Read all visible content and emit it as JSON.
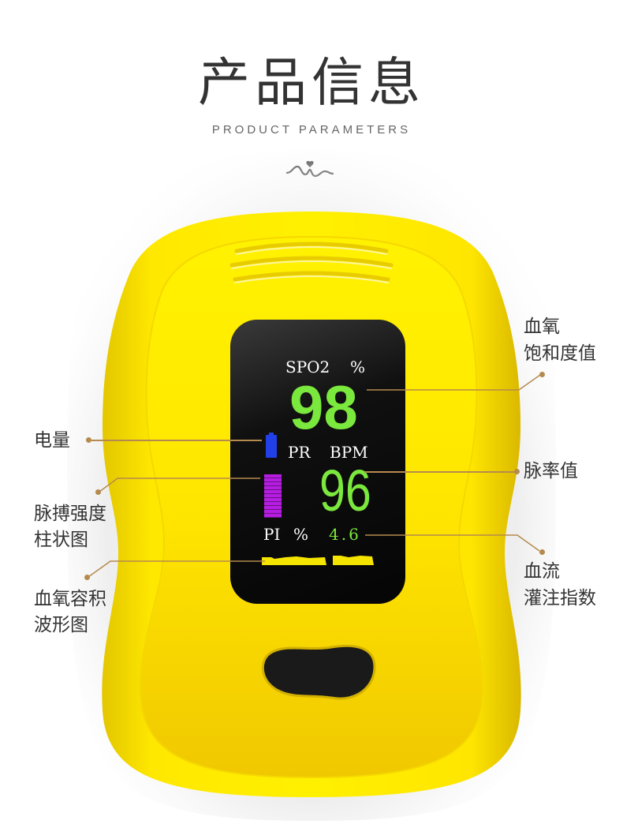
{
  "header": {
    "title": "产品信息",
    "subtitle": "PRODUCT PARAMETERS"
  },
  "display": {
    "spo2_label": "SPO2",
    "spo2_unit": "%",
    "spo2_value": "98",
    "pr_label": "PR",
    "pr_unit": "BPM",
    "pr_value": "96",
    "pi_label": "PI",
    "pi_unit": "%",
    "pi_value": "4.6"
  },
  "callouts": {
    "battery": "电量",
    "pulse_bar_line1": "脉搏强度",
    "pulse_bar_line2": "柱状图",
    "pleth_line1": "血氧容积",
    "pleth_line2": "波形图",
    "spo2_line1": "血氧",
    "spo2_line2": "饱和度值",
    "pr": "脉率值",
    "pi_line1": "血流",
    "pi_line2": "灌注指数"
  },
  "colors": {
    "device_yellow": "#f7e000",
    "callout_line": "#b58a4e",
    "lcd_green": "#7be83d",
    "battery_blue": "#2140e8",
    "pulse_bar_purple": "#b51ee0",
    "waveform_yellow": "#f5e400"
  }
}
